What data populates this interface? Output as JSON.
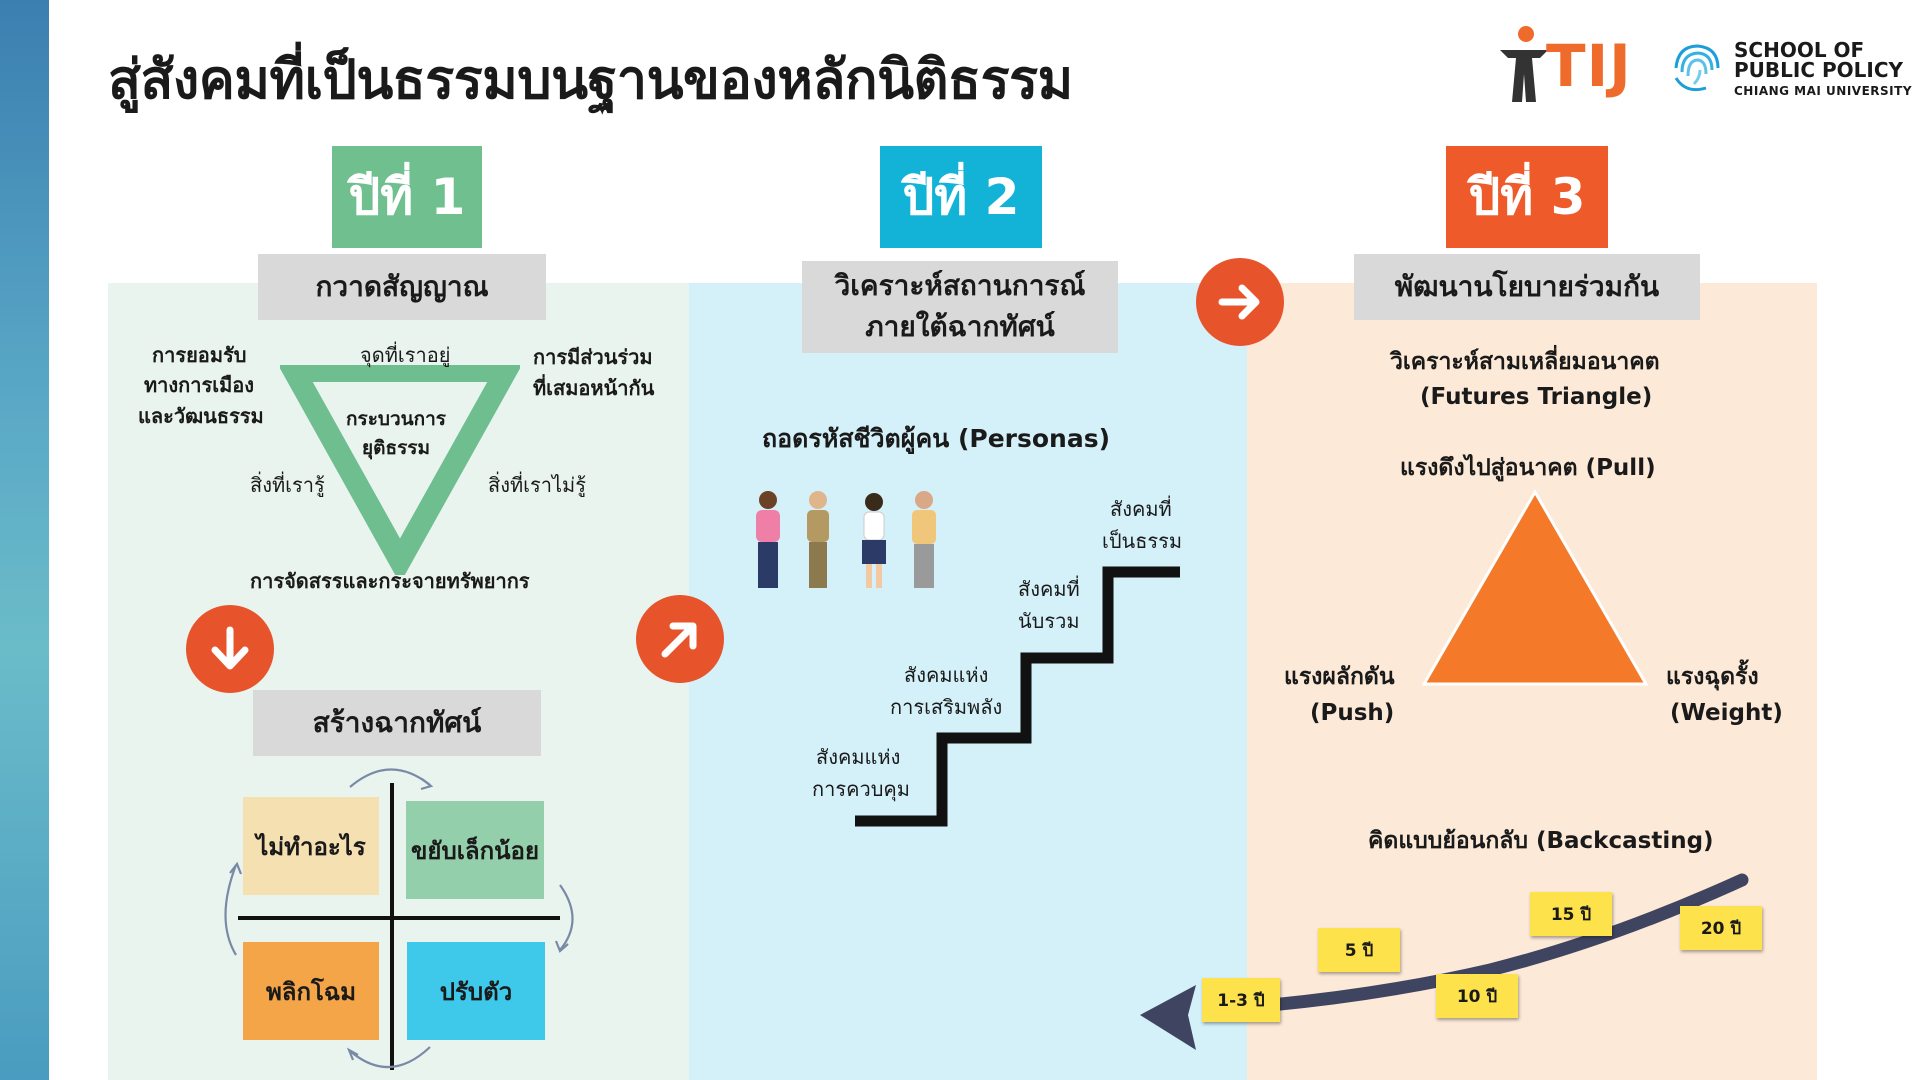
{
  "title": "สู่สังคมที่เป็นธรรมบนฐานของหลักนิติธรรม",
  "logos": {
    "tij": "TIJ",
    "spp_line1": "SCHOOL OF",
    "spp_line2": "PUBLIC POLICY",
    "spp_line3": "CHIANG MAI UNIVERSITY"
  },
  "colors": {
    "year1": "#6fbf8f",
    "year2": "#13b3d8",
    "year3": "#ef5a2a",
    "accent_circle": "#e7542b",
    "triangle_green": "#6fbe8f",
    "triangle_orange": "#f47a2a",
    "tag_yellow": "#fde24b"
  },
  "year1": {
    "year_label": "ปีที่ 1",
    "section_title": "กวาดสัญญาณ",
    "triangle": {
      "center_line1": "กระบวนการ",
      "center_line2": "ยุติธรรม",
      "top_label": "จุดที่เราอยู่",
      "left_label": "สิ่งที่เรารู้",
      "right_label": "สิ่งที่เราไม่รู้",
      "bottom_label": "การจัดสรรและกระจายทรัพยากร",
      "corner_left_1": "การยอมรับ",
      "corner_left_2": "ทางการเมือง",
      "corner_left_3": "และวัฒนธรรม",
      "corner_right_1": "การมีส่วนร่วม",
      "corner_right_2": "ที่เสมอหน้ากัน"
    },
    "scenario_title": "สร้างฉากทัศน์",
    "quadrants": {
      "top_left": "ไม่ทำอะไร",
      "top_right": "ขยับเล็กน้อย",
      "bottom_left": "พลิกโฉม",
      "bottom_right": "ปรับตัว"
    }
  },
  "year2": {
    "year_label": "ปีที่ 2",
    "section_title_line1": "วิเคราะห์สถานการณ์",
    "section_title_line2": "ภายใต้ฉากทัศน์",
    "personas_title": "ถอดรหัสชีวิตผู้คน (Personas)",
    "stairs": {
      "step1_line1": "สังคมแห่ง",
      "step1_line2": "การควบคุม",
      "step2_line1": "สังคมแห่ง",
      "step2_line2": "การเสริมพลัง",
      "step3_line1": "สังคมที่",
      "step3_line2": "นับรวม",
      "step4_line1": "สังคมที่",
      "step4_line2": "เป็นธรรม"
    }
  },
  "year3": {
    "year_label": "ปีที่ 3",
    "section_title": "พัฒนานโยบายร่วมกัน",
    "futures_title_line1": "วิเคราะห์สามเหลี่ยมอนาคต",
    "futures_title_line2": "(Futures Triangle)",
    "pull_label": "แรงดึงไปสู่อนาคต (Pull)",
    "push_line1": "แรงผลักดัน",
    "push_line2": "(Push)",
    "weight_line1": "แรงฉุดรั้ง",
    "weight_line2": "(Weight)",
    "backcasting_title": "คิดแบบย้อนกลับ (Backcasting)",
    "tags": {
      "t1": "1-3 ปี",
      "t2": "5 ปี",
      "t3": "10 ปี",
      "t4": "15 ปี",
      "t5": "20 ปี"
    }
  }
}
